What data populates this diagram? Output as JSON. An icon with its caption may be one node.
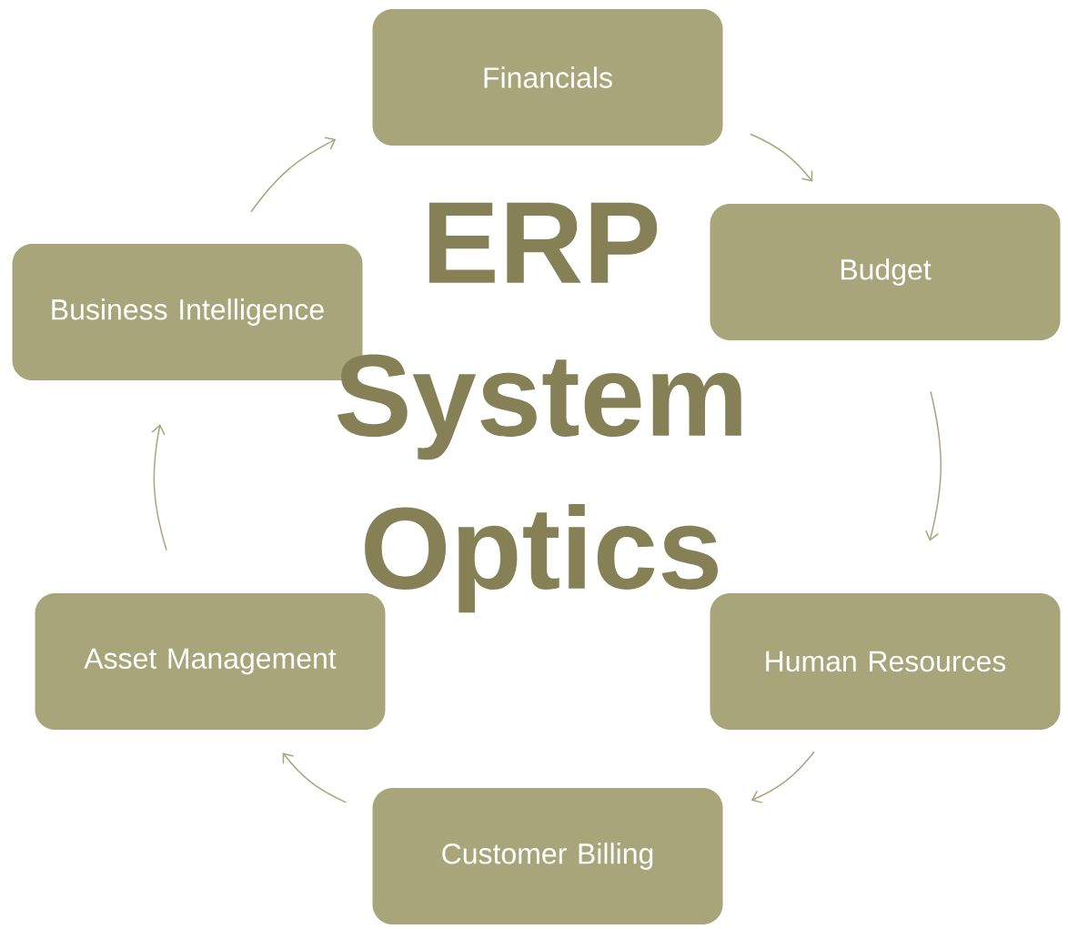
{
  "diagram": {
    "title": "ERP System Optics",
    "nodes": [
      {
        "text": [
          "Financials"
        ]
      },
      {
        "text": [
          "Budget"
        ]
      },
      {
        "text": [
          "Human Resources"
        ]
      },
      {
        "text": [
          "Customer Billing"
        ]
      },
      {
        "text": [
          "Asset Management"
        ]
      },
      {
        "text": [
          "Business Intelligence"
        ]
      }
    ],
    "edges": [
      {
        "from": 0,
        "to": 1,
        "arrow": "to"
      },
      {
        "from": 1,
        "to": 2,
        "arrow": "to"
      },
      {
        "from": 2,
        "to": 3,
        "arrow": "to"
      },
      {
        "from": 3,
        "to": 4,
        "arrow": "to"
      },
      {
        "from": 4,
        "to": 5,
        "arrow": "to"
      },
      {
        "from": 5,
        "to": 0,
        "arrow": "to"
      }
    ]
  }
}
